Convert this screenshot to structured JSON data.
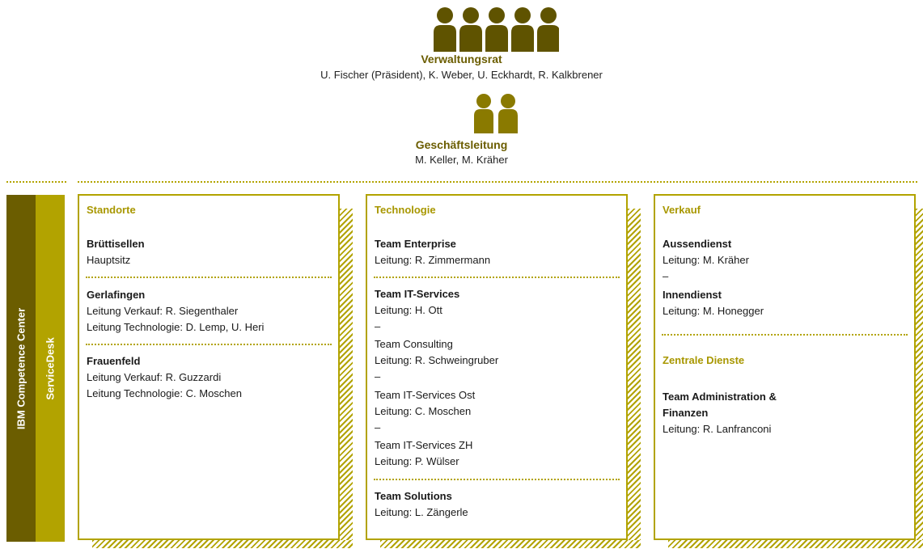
{
  "board": {
    "title": "Verwaltungsrat",
    "members": "U. Fischer (Präsident), K. Weber, U. Eckhardt, R. Kalkbrener"
  },
  "management": {
    "title": "Geschäftsleitung",
    "members": "M. Keller, M. Kräher"
  },
  "side_bars": {
    "ibm": "IBM Competence Center",
    "servicedesk": "ServiceDesk"
  },
  "colors": {
    "dark_olive": "#6b5d00",
    "olive": "#b2a300",
    "icon": "#5f5300"
  },
  "standorte": {
    "title": "Standorte",
    "bruettisellen": {
      "name": "Brüttisellen",
      "line1": "Hauptsitz"
    },
    "gerlafingen": {
      "name": "Gerlafingen",
      "line1": "Leitung Verkauf: R. Siegenthaler",
      "line2": "Leitung Technologie: D. Lemp, U. Heri"
    },
    "frauenfeld": {
      "name": "Frauenfeld",
      "line1": "Leitung Verkauf: R. Guzzardi",
      "line2": "Leitung Technologie: C. Moschen"
    }
  },
  "technologie": {
    "title": "Technologie",
    "enterprise": {
      "name": "Team Enterprise",
      "lead": "Leitung: R. Zimmermann"
    },
    "it_services": {
      "name": "Team IT-Services",
      "lead": "Leitung: H. Ott"
    },
    "consulting": {
      "name": "Team Consulting",
      "lead": "Leitung: R. Schweingruber"
    },
    "it_services_ost": {
      "name": "Team IT-Services Ost",
      "lead": "Leitung: C. Moschen"
    },
    "it_services_zh": {
      "name": "Team IT-Services ZH",
      "lead": "Leitung: P. Wülser"
    },
    "solutions": {
      "name": "Team Solutions",
      "lead": "Leitung: L. Zängerle"
    },
    "dash": "–"
  },
  "verkauf": {
    "title": "Verkauf",
    "aussendienst": {
      "name": "Aussendienst",
      "lead": "Leitung: M. Kräher"
    },
    "innendienst": {
      "name": "Innendienst",
      "lead": "Leitung: M. Honegger"
    },
    "dash": "–",
    "zentrale_title": "Zentrale Dienste",
    "admin": {
      "name_line1": "Team Administration &",
      "name_line2": "Finanzen",
      "lead": "Leitung: R. Lanfranconi"
    }
  }
}
